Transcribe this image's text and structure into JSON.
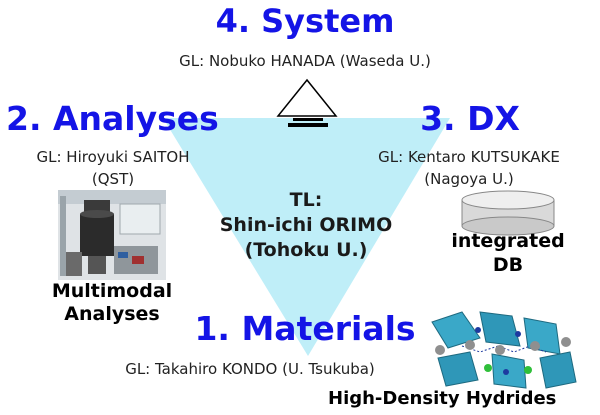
{
  "system": {
    "title": "4. System",
    "gl": "GL: Nobuko HANADA (Waseda U.)",
    "icon": "computer-terminal-icon"
  },
  "analyses": {
    "title": "2. Analyses",
    "gl_line1": "GL: Hiroyuki SAITOH",
    "gl_line2": "(QST)",
    "caption_line1": "Multimodal",
    "caption_line2": "Analyses",
    "image": "laboratory-instrument-photo"
  },
  "dx": {
    "title": "3. DX",
    "gl_line1": "GL: Kentaro KUTSUKAKE",
    "gl_line2": "(Nagoya U.)",
    "caption_line1": "integrated",
    "caption_line2": "DB",
    "icon": "database-cylinder-icon"
  },
  "tl": {
    "line1": "TL:",
    "line2": "Shin-ichi ORIMO",
    "line3": "(Tohoku U.)"
  },
  "materials": {
    "title": "1. Materials",
    "gl": "GL: Takahiro KONDO (U. Tsukuba)",
    "caption": "High-Density Hydrides",
    "image": "crystal-structure-illustration"
  },
  "colors": {
    "title": "#1414e6",
    "triangle": "#bfeef8",
    "db": "#d9d9d9"
  }
}
